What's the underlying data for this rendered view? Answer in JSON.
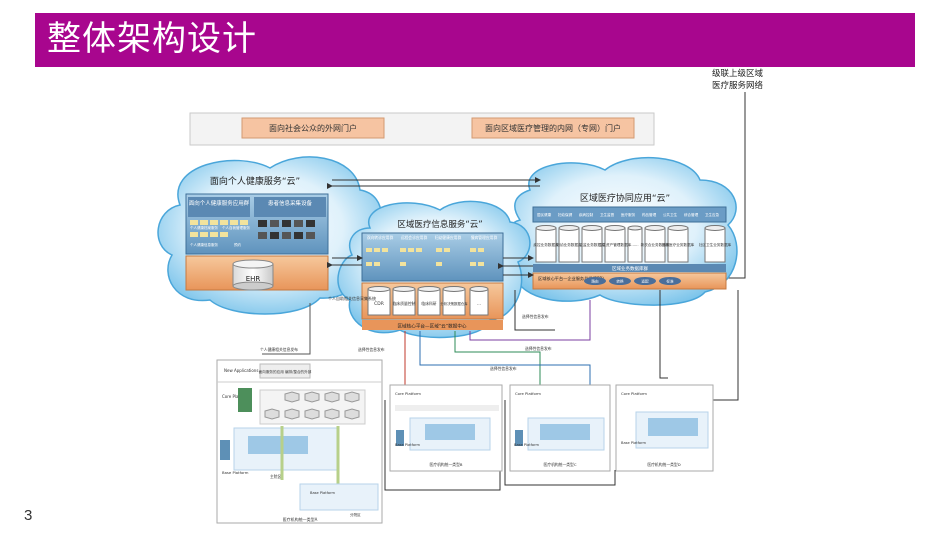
{
  "slide": {
    "title": "整体架构设计",
    "page_number": "3",
    "top_note_line1": "级联上级区域",
    "top_note_line2": "医疗服务网络"
  },
  "portal": {
    "public_portal": "面向社会公众的外网门户",
    "internal_portal": "面向区域医疗管理的内网（专网）门户"
  },
  "clouds": {
    "personal": {
      "title": "面向个人健康服务“云”",
      "group_left_title": "面向个人健康服务应用群",
      "group_right_title": "患者信息采集设备",
      "ehr": "EHR",
      "small_labels": [
        "个人健康档案服务",
        "个人自我管理服务",
        "个人健康信息服务",
        "预约"
      ]
    },
    "regional_info": {
      "title": "区域医疗信息服务“云”",
      "apps": [
        "双向转诊应用群",
        "远程会诊应用群",
        "妇幼健康应用群",
        "慢病管理应用群"
      ],
      "stores": [
        "CDR",
        "临床质量控制",
        "临床科研",
        "分析决策数据仓库",
        "..."
      ],
      "footer": "区域核心平台—区域“云”数据中心"
    },
    "collab": {
      "title": "区域医疗协同应用“云”",
      "top_labels": [
        "居民健康",
        "妇幼保健",
        "疾病控制",
        "卫生监督",
        "医疗服务",
        "药品管理",
        "公共卫生",
        "综合管理",
        "卫生应急"
      ],
      "dbs": [
        "疾控业务数据库",
        "妇幼业务数据库",
        "卫监业务数据库",
        "卫生资产管理数据库",
        "……",
        "新农合业务数据库",
        "远程医疗业务数据库",
        "社区卫生业务数据库"
      ],
      "db_bar": "区域业务数据库群",
      "esb_title": "区域核心平台—企业服务总线(ESB)",
      "esb_items": [
        "路由",
        "转换",
        "适配",
        "标准"
      ]
    }
  },
  "flows": {
    "f1": "个人健康相关信息发布",
    "f2": "个人自助相关信息采集系统",
    "f3": "选择性信息发布",
    "f4": "选择性信息发布",
    "f5": "选择性信息发布",
    "f6": "选择性信息发布"
  },
  "hospitals": {
    "main": {
      "new_apps": "New Applications",
      "app_box": "面向服务的应用 编排/整合的外部",
      "core": "Core Platform",
      "base": "Base Platform",
      "caption": "医疗机构统一类型A",
      "sub1": "主院区",
      "sub2": "分院区"
    },
    "panel_b": {
      "core": "Core Platform",
      "base": "Base Platform",
      "caption": "医疗机构统一类型B"
    },
    "panel_c": {
      "core": "Core Platform",
      "base": "Base Platform",
      "caption": "医疗机构统一类型C"
    },
    "panel_d": {
      "core": "Core Platform",
      "base": "Base Platform",
      "caption": "医疗机构统一类型D"
    }
  }
}
